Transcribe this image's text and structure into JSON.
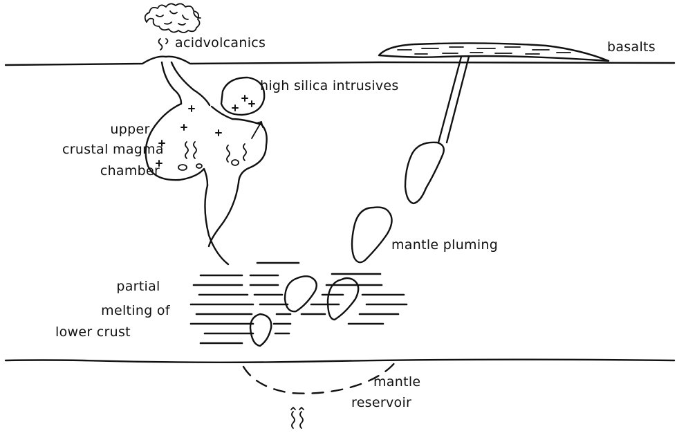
{
  "labels": {
    "acid_volcanics": "acidvolcanics",
    "basalts": "basalts",
    "high_silica_intrusives": "high silica intrusives",
    "upper_crustal_magma_chamber": [
      "upper",
      "crustal magma",
      "chamber"
    ],
    "mantle_pluming": "mantle pluming",
    "partial_melting_of_lower_crust": [
      "partial",
      "melting of",
      "lower crust"
    ],
    "mantle_reservoir": [
      "mantle",
      "reservoir"
    ]
  },
  "colors": {
    "ink": "#111111",
    "background": "#ffffff"
  }
}
